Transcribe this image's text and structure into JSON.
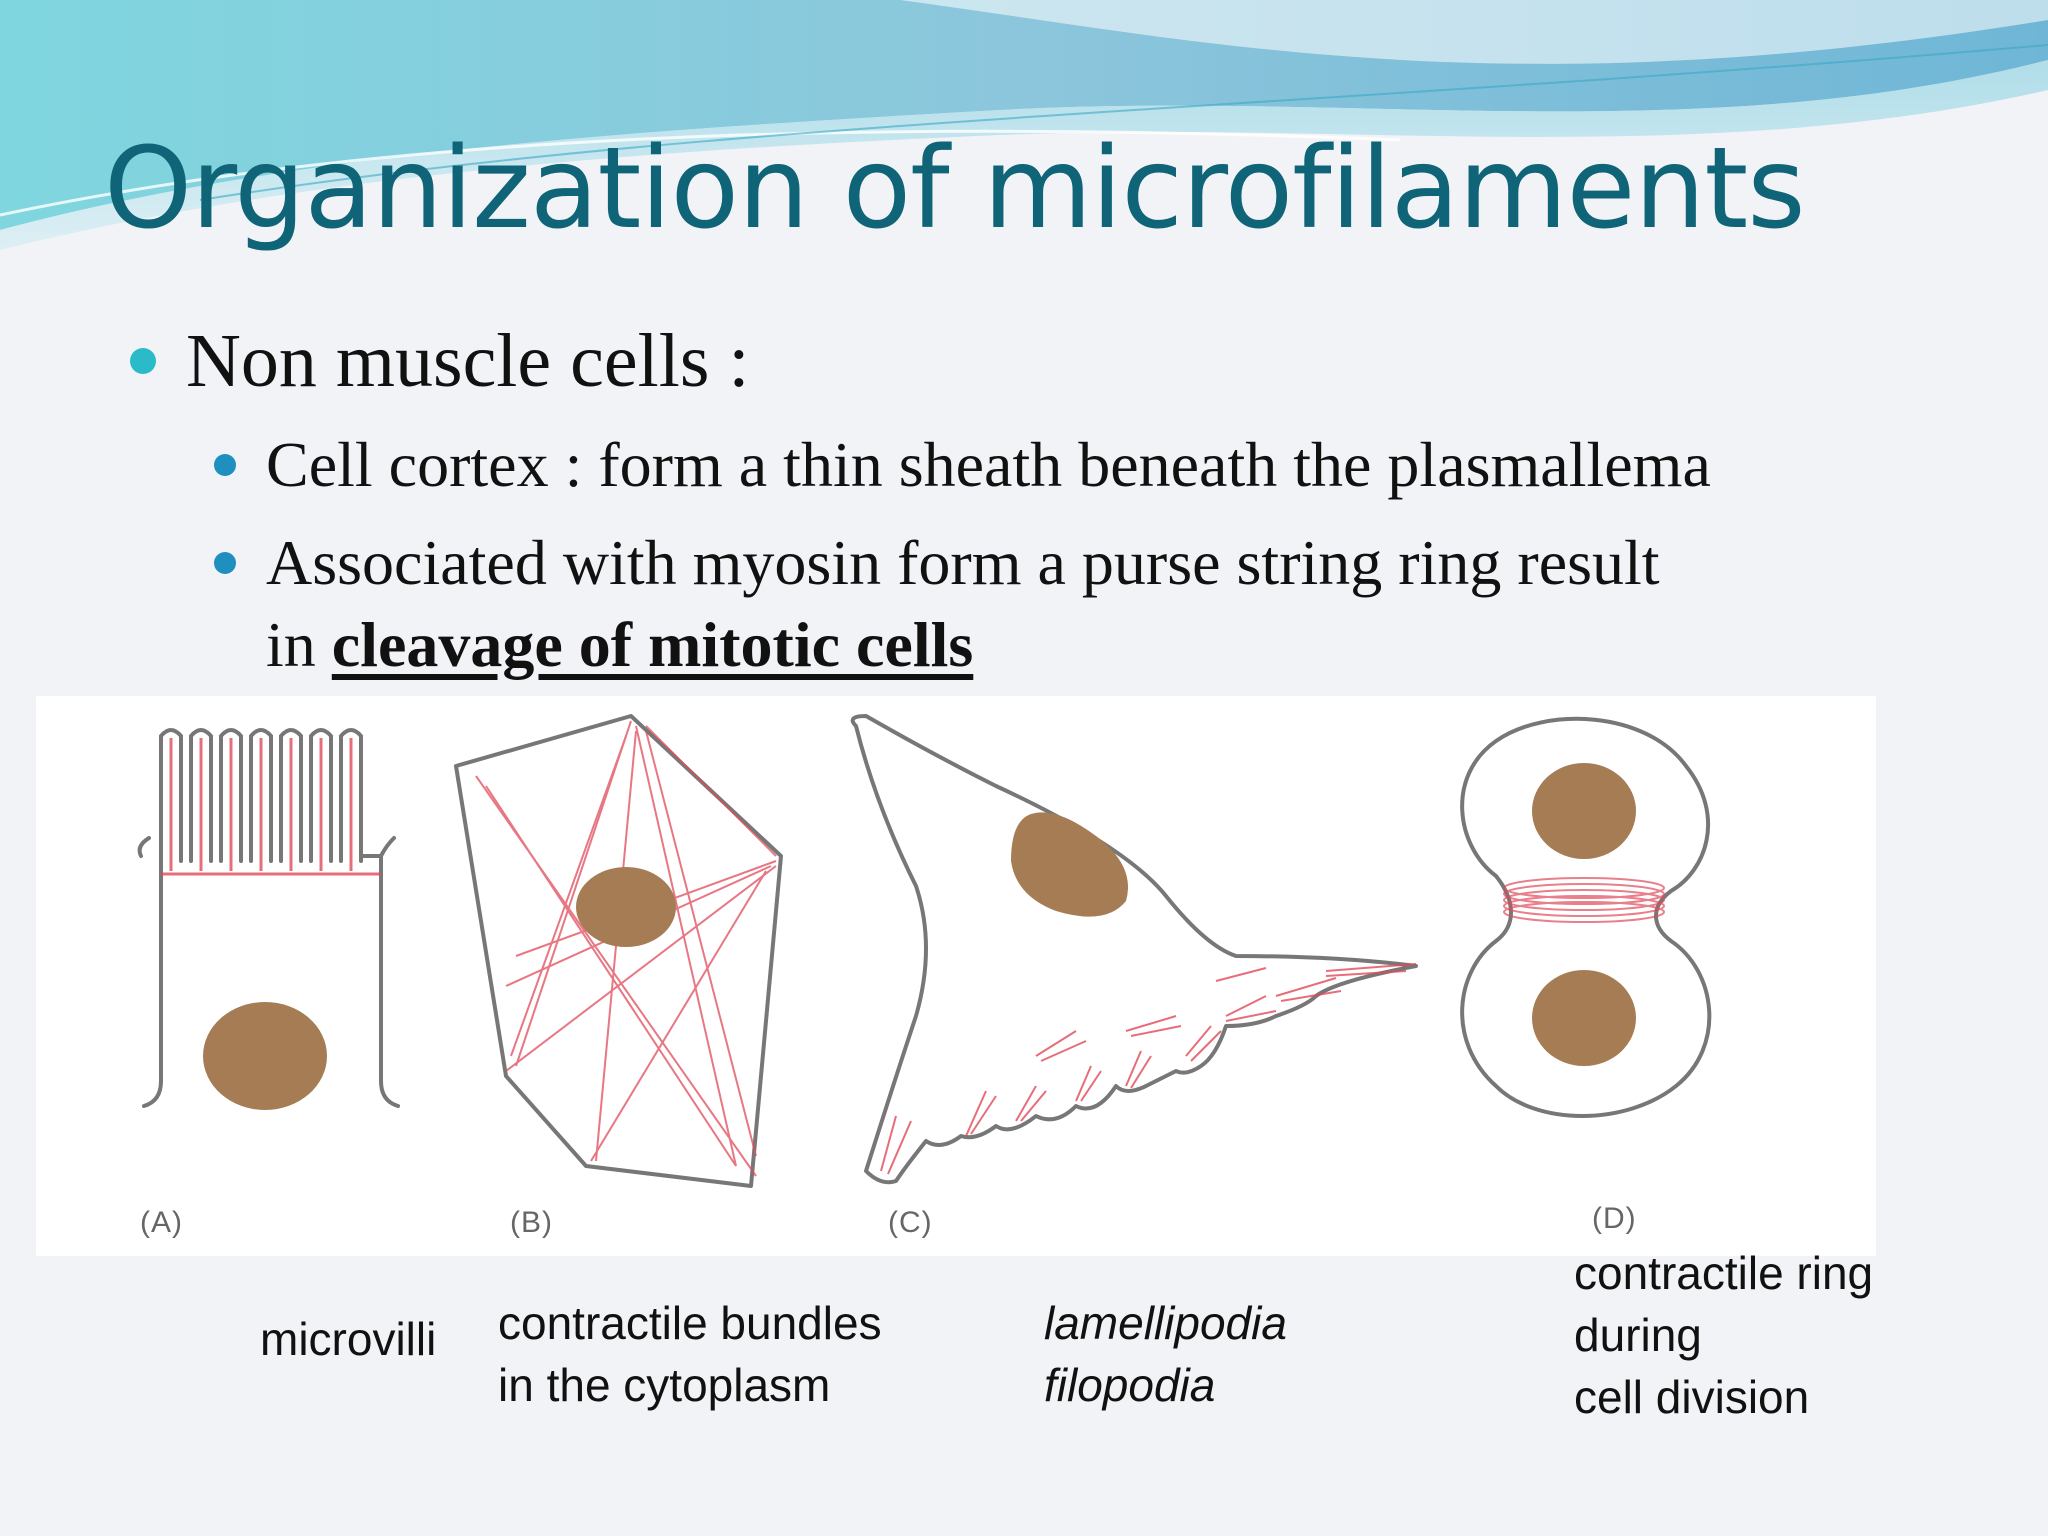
{
  "slide": {
    "title": "Organization of microfilaments",
    "bullet": "Non muscle cells :",
    "sub_bullets": [
      {
        "text": "Cell cortex : form a thin sheath beneath the plasmallema"
      },
      {
        "line1": "Associated with myosin form a purse string ring  result",
        "line2_prefix": "in ",
        "line2_emphasis": "cleavage of mitotic cells"
      }
    ]
  },
  "figure": {
    "panels": [
      {
        "letter": "(A)",
        "caption": [
          "microvilli"
        ]
      },
      {
        "letter": "(B)",
        "caption": [
          "contractile bundles",
          "in the cytoplasm"
        ]
      },
      {
        "letter": "(C)",
        "caption": [
          "lamellipodia",
          "filopodia"
        ]
      },
      {
        "letter": "(D)",
        "caption": [
          "contractile ring",
          "during",
          "cell division"
        ]
      }
    ],
    "colors": {
      "outline": "#777777",
      "nucleus": "#a67c55",
      "filament": "#e04a5a"
    }
  }
}
